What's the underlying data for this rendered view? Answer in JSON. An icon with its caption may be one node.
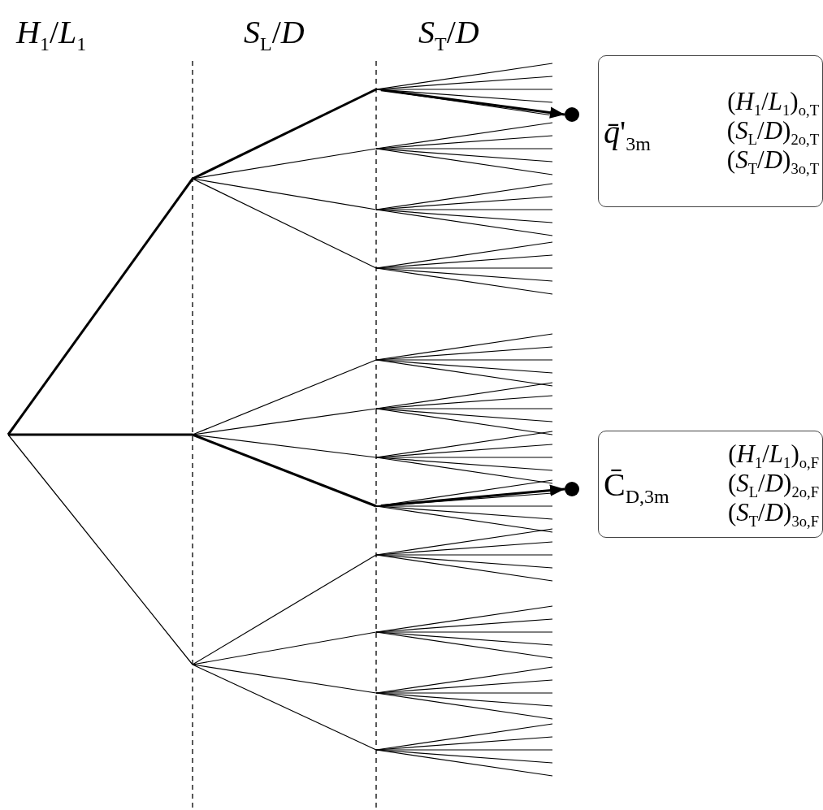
{
  "diagram": {
    "nodes": [
      {
        "text": [
          "*q̄*'$_{3m}$",
          "(*H*$_{1}$/*L*$_{1}$)$_{o,T}$",
          "(*S*$_{L}$/*D*)$_{2o,T}$",
          "(*S*$_{T}$/*D*)$_{3o,T}$"
        ]
      },
      {
        "text": [
          "C̄$_{D,3m}$",
          "(*H*$_{1}$/*L*$_{1}$)$_{o,F}$",
          "(*S*$_{L}$/*D*)$_{2o,F}$",
          "(*S*$_{T}$/*D*)$_{3o,F}$"
        ]
      },
      {
        "text": [],
        "shape": "circle"
      },
      {
        "text": [],
        "shape": "circle"
      }
    ],
    "edges": [
      {
        "from": null,
        "to": 2,
        "arrow": "to"
      },
      {
        "from": null,
        "to": 3,
        "arrow": "to"
      }
    ],
    "labels": [
      "*H*$_{1}$/*L*$_{1}$",
      "*S*$_{L}$/*D*",
      "*S*$_{T}$/*D*"
    ]
  }
}
